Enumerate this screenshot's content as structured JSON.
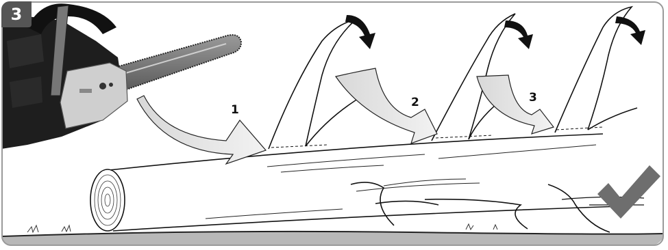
{
  "figure": {
    "step_number": "3",
    "cut_labels": [
      "1",
      "2",
      "3"
    ],
    "check_icon": "checkmark-icon",
    "saw_icon": "chainsaw-illustration"
  },
  "colors": {
    "badge": "#555555",
    "frame": "#9a9a9a",
    "ground": "#b8b8b8",
    "arrow_fill": "#e0e0e0",
    "check": "#6e6e6e"
  }
}
